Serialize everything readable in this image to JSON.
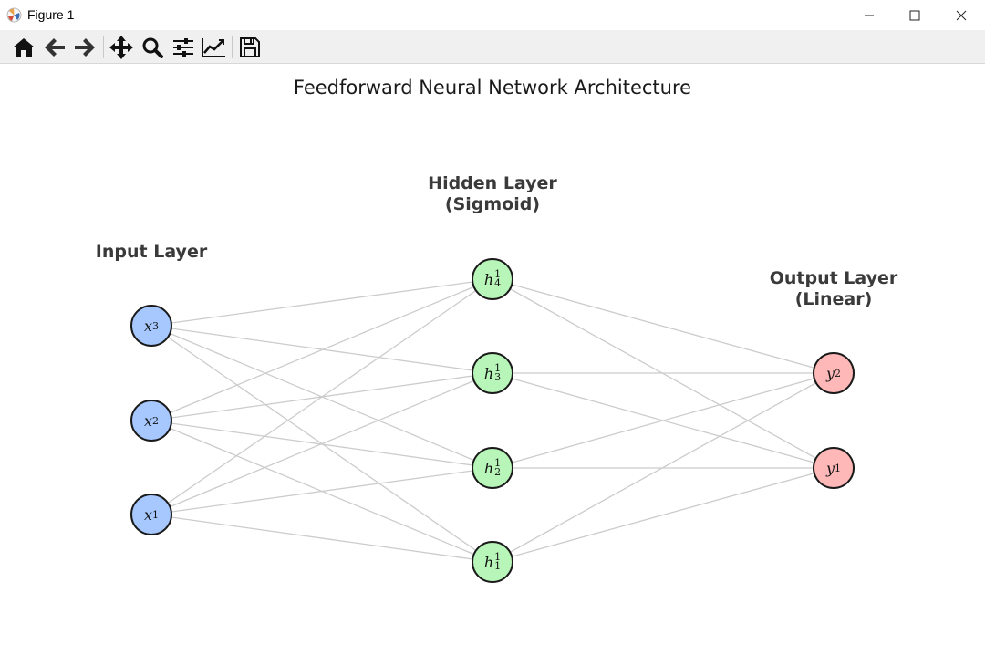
{
  "window": {
    "title": "Figure 1",
    "controls": [
      "minimize",
      "maximize",
      "close"
    ]
  },
  "toolbar": {
    "buttons": [
      {
        "name": "home",
        "icon": "home-icon"
      },
      {
        "name": "back",
        "icon": "arrow-left-icon"
      },
      {
        "name": "forward",
        "icon": "arrow-right-icon"
      },
      {
        "name": "pan",
        "icon": "move-icon"
      },
      {
        "name": "zoom",
        "icon": "magnifier-icon"
      },
      {
        "name": "subplots",
        "icon": "sliders-icon"
      },
      {
        "name": "edit-axis",
        "icon": "line-chart-icon"
      },
      {
        "name": "save",
        "icon": "floppy-disk-icon"
      }
    ]
  },
  "figure": {
    "title": "Feedforward Neural Network Architecture",
    "layers": [
      {
        "key": "input",
        "title": "Input Layer",
        "color": "#a6c8ff",
        "nodes": [
          {
            "var": "x",
            "sub": "3",
            "sup": ""
          },
          {
            "var": "x",
            "sub": "2",
            "sup": ""
          },
          {
            "var": "x",
            "sub": "1",
            "sup": ""
          }
        ]
      },
      {
        "key": "hidden",
        "title": "Hidden Layer\n(Sigmoid)",
        "color": "#b8f5b8",
        "nodes": [
          {
            "var": "h",
            "sub": "4",
            "sup": "1"
          },
          {
            "var": "h",
            "sub": "3",
            "sup": "1"
          },
          {
            "var": "h",
            "sub": "2",
            "sup": "1"
          },
          {
            "var": "h",
            "sub": "1",
            "sup": "1"
          }
        ]
      },
      {
        "key": "output",
        "title": "Output Layer\n(Linear)",
        "color": "#ffb8b8",
        "nodes": [
          {
            "var": "y",
            "sub": "2",
            "sup": ""
          },
          {
            "var": "y",
            "sub": "1",
            "sup": ""
          }
        ]
      }
    ],
    "edge_color": "#cccccc",
    "node_border_color": "#1a1a1a"
  }
}
